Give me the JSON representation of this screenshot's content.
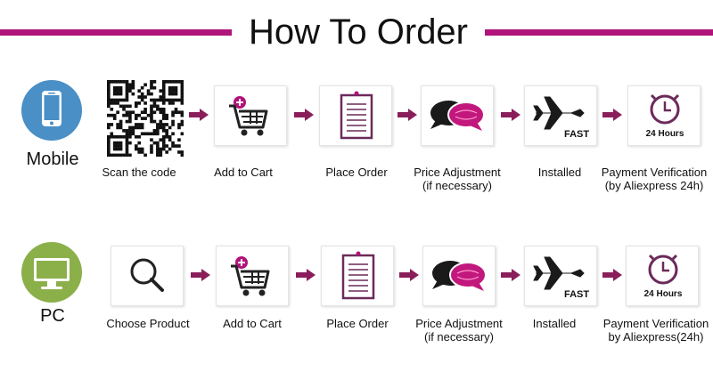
{
  "title": "How To Order",
  "colors": {
    "accent": "#b0137a",
    "mobile_icon": "#4a8fc6",
    "pc_icon": "#8bb04a"
  },
  "rows": [
    {
      "label": "Mobile",
      "icon": "smartphone-icon",
      "steps": [
        {
          "icon": "qr-code-icon",
          "line1": "Scan the code",
          "line2": ""
        },
        {
          "icon": "shopping-cart-icon",
          "line1": "Add to Cart",
          "line2": ""
        },
        {
          "icon": "order-clipboard-icon",
          "line1": "Place Order",
          "line2": ""
        },
        {
          "icon": "chat-bubbles-icon",
          "line1": "Price Adjustment",
          "line2": "(if necessary)"
        },
        {
          "icon": "airplane-icon",
          "line1": "Installed",
          "line2": "",
          "badge": "FAST"
        },
        {
          "icon": "clock-icon",
          "line1": "Payment Verification",
          "line2": "(by Aliexpress 24h)",
          "badge": "24 Hours"
        }
      ]
    },
    {
      "label": "PC",
      "icon": "monitor-icon",
      "steps": [
        {
          "icon": "magnifier-icon",
          "line1": "Choose Product",
          "line2": ""
        },
        {
          "icon": "shopping-cart-icon",
          "line1": "Add to Cart",
          "line2": ""
        },
        {
          "icon": "order-clipboard-icon",
          "line1": "Place Order",
          "line2": ""
        },
        {
          "icon": "chat-bubbles-icon",
          "line1": "Price Adjustment",
          "line2": "(if necessary)"
        },
        {
          "icon": "airplane-icon",
          "line1": "Installed",
          "line2": "",
          "badge": "FAST"
        },
        {
          "icon": "clock-icon",
          "line1": "Payment Verification",
          "line2": "by Aliexpress(24h)",
          "badge": "24 Hours"
        }
      ]
    }
  ]
}
